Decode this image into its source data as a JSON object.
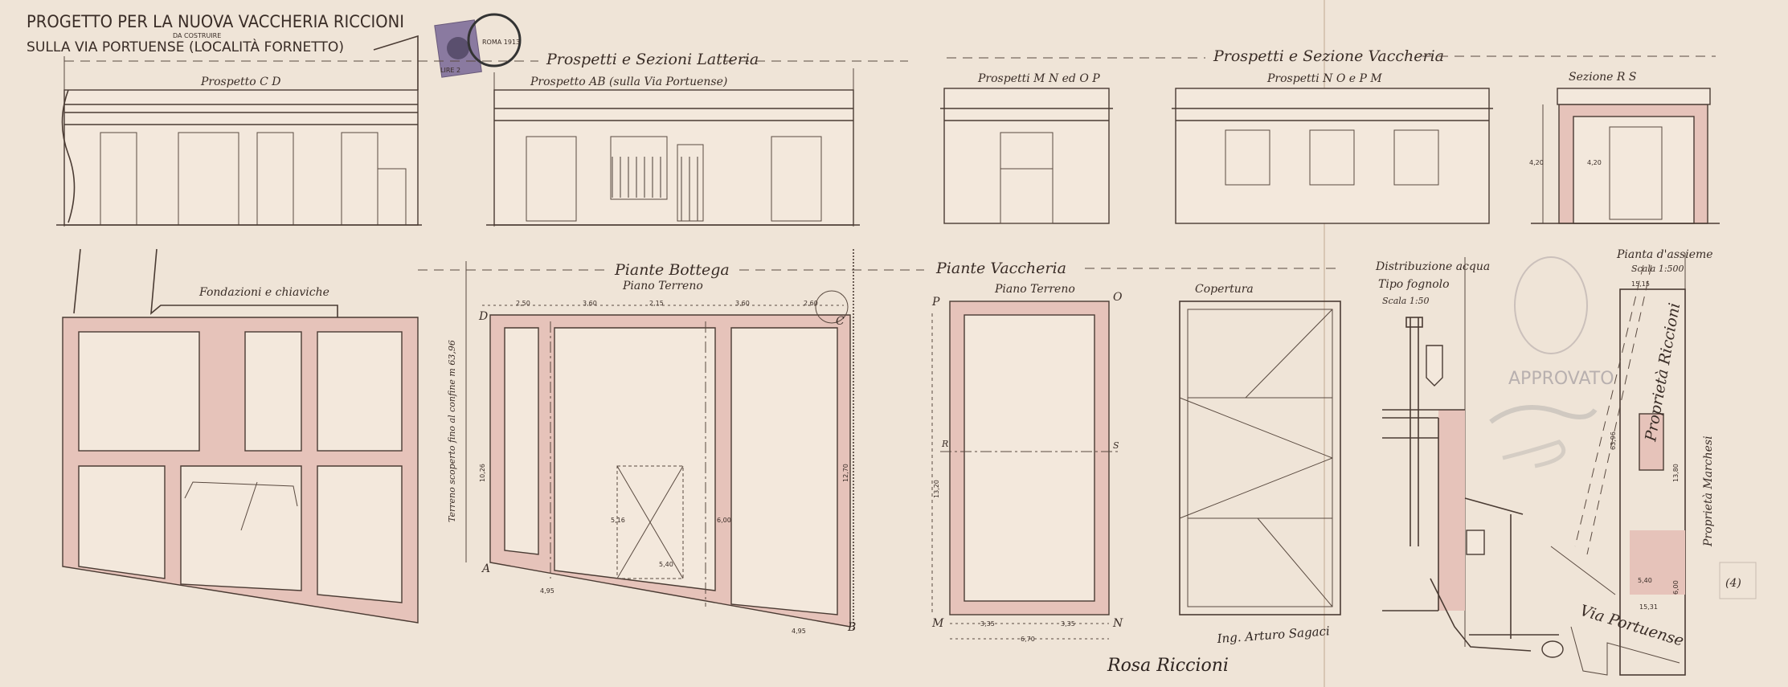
{
  "title": {
    "main": "PROGETTO PER LA NUOVA VACCHERIA RICCIONI",
    "insert": "DA COSTRUIRE",
    "sub": "SULLA VIA PORTUENSE (LOCALITÀ FORNETTO)"
  },
  "revenue_stamp": {
    "value": "LIRE 2",
    "postmark": "ROMA 1913"
  },
  "sections": {
    "latteria": "Prospetti e Sezioni Latteria",
    "vaccheria": "Prospetti e Sezione Vaccheria",
    "bottega": "Piante Bottega",
    "piante_vaccheria": "Piante Vaccheria"
  },
  "views": {
    "prospetto_cd": "Prospetto C D",
    "prospetto_ab": "Prospetto AB (sulla Via Portuense)",
    "prospetti_mn_op": "Prospetti M N ed O P",
    "prospetti_no_pm": "Prospetti N O e P M",
    "sezione_rs": "Sezione R S",
    "fondazioni": "Fondazioni e chiaviche",
    "piano_terreno_bottega": "Piano Terreno",
    "piano_terreno_vaccheria": "Piano Terreno",
    "copertura": "Copertura",
    "distribuzione": "Distribuzione acqua",
    "tipo_fognolo": "Tipo fognolo",
    "scala_50": "Scala 1:50",
    "pianta_assieme": "Pianta d'assieme",
    "scala_500": "Scala 1:500"
  },
  "plan_letters": {
    "A": "A",
    "B": "B",
    "C": "C",
    "D": "D",
    "M": "M",
    "N": "N",
    "O": "O",
    "P": "P",
    "R": "R",
    "S": "S"
  },
  "dimensions": {
    "bottega_top": [
      "2,50",
      "3,60",
      "2,15",
      "3,60",
      "2,60"
    ],
    "bottega_bottom": [
      "4,95",
      "5,40",
      "4,95"
    ],
    "bottega_inner": [
      "5,16",
      "6,00"
    ],
    "bottega_side": "10,26",
    "bottega_right": "12,70",
    "terreno_scoperto": "Terreno scoperto fino al confine m 63,96",
    "vaccheria_bottom": [
      "3,35",
      "3,35"
    ],
    "vaccheria_total": "6,70",
    "vaccheria_side": "13,20",
    "sezione_heights": [
      "4,20",
      "4,20"
    ],
    "assieme": [
      "15,15",
      "63,96",
      "13,80",
      "15,31",
      "5,40",
      "6,00"
    ]
  },
  "site_labels": {
    "via": "Via Portuense",
    "prop_riccioni": "Proprietà Riccioni",
    "prop_marchesi": "Proprietà Marchesi",
    "approvato": "APPROVATO",
    "sheet_number": "(4)"
  },
  "signatures": {
    "owner": "Rosa Riccioni",
    "engineer": "Ing. Arturo Sagaci"
  },
  "colors": {
    "paper": "#efe4d7",
    "ink": "#4a3b33",
    "wash": "#e6c3ba"
  }
}
